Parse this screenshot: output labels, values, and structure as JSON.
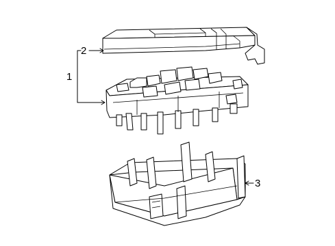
{
  "diagram": {
    "callouts": {
      "c1": "1",
      "c2": "2",
      "c3": "3"
    },
    "parts": [
      {
        "callout": "2",
        "name": "fuse-box-cover"
      },
      {
        "callout": "1",
        "name": "fuse-box-assembly"
      },
      {
        "callout": "3",
        "name": "fuse-box-lower-housing"
      }
    ],
    "colors": {
      "line": "#000000",
      "background": "#ffffff"
    }
  }
}
